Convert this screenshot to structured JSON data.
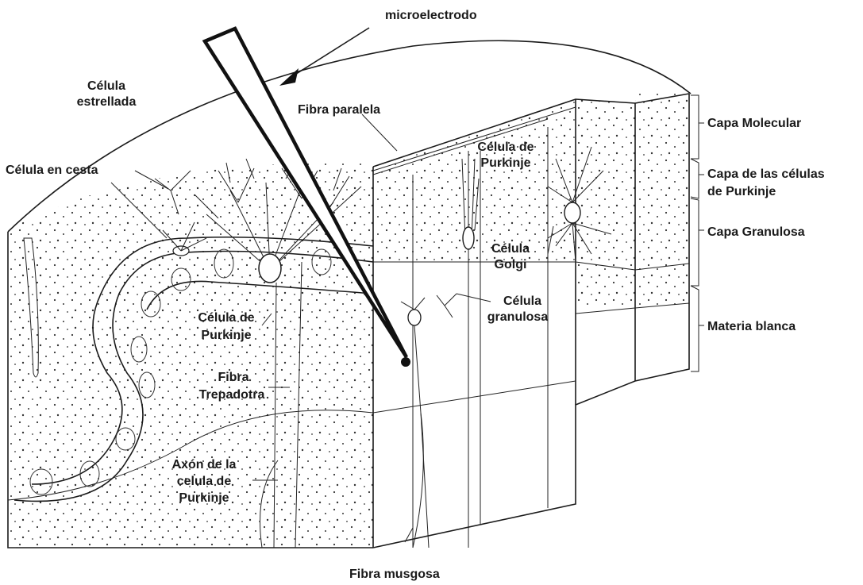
{
  "labels": {
    "microelectrode": "microelectrodo",
    "stellate_cell": [
      "Célula",
      "estrellada"
    ],
    "basket_cell": "Célula en cesta",
    "parallel_fiber": "Fibra paralela",
    "purkinje_cell_right": [
      "Célula de",
      "Purkinje"
    ],
    "golgi_cell": [
      "Célula",
      "Golgi"
    ],
    "granule_cell": [
      "Célula",
      "granulosa"
    ],
    "purkinje_cell_left": [
      "Célula de",
      "Purkinje"
    ],
    "climbing_fiber": [
      "Fibra",
      "Trepadotra"
    ],
    "purkinje_axon": [
      "Axón de la",
      "celula de",
      "Purkinje"
    ],
    "mossy_fiber": "Fibra musgosa"
  },
  "layers": {
    "molecular": "Capa Molecular",
    "purkinje": [
      "Capa de las células",
      "de Purkinje"
    ],
    "granular": "Capa Granulosa",
    "white_matter": "Materia blanca"
  },
  "colors": {
    "ink": "#1a1a1a",
    "background": "#ffffff"
  }
}
